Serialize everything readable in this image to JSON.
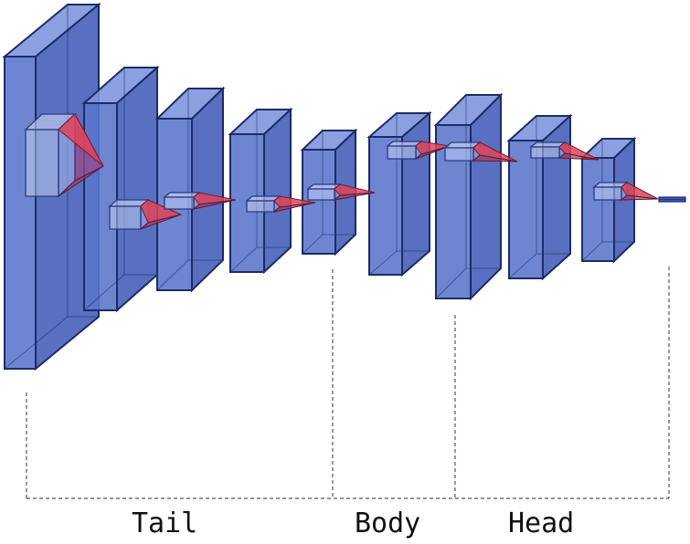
{
  "sections": [
    {
      "name": "tail",
      "label": "Tail"
    },
    {
      "name": "body",
      "label": "Body"
    },
    {
      "name": "head",
      "label": "Head"
    }
  ],
  "colors": {
    "block_fill": "#5a75cc",
    "block_edge": "#1c2c66",
    "kernel_fill": "#c7d3f5",
    "projection_fill": "#e0445a",
    "bracket_line": "#555555",
    "text": "#111111"
  }
}
